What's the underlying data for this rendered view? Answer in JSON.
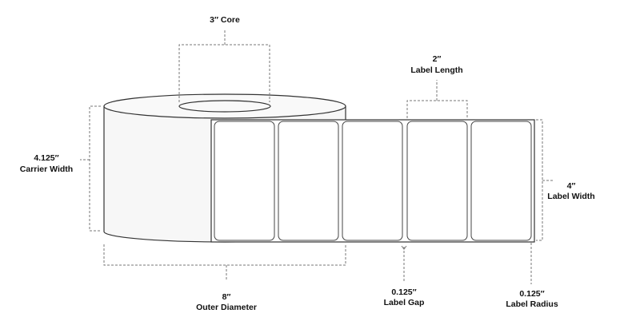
{
  "dimensions": {
    "core": {
      "value": "3″",
      "label": "Core"
    },
    "label_length": {
      "value": "2″",
      "label": "Label Length"
    },
    "carrier_width": {
      "value": "4.125″",
      "label": "Carrier Width"
    },
    "label_width": {
      "value": "4″",
      "label": "Label Width"
    },
    "outer_diameter": {
      "value": "8″",
      "label": "Outer Diameter"
    },
    "label_gap": {
      "value": "0.125″",
      "label": "Label Gap"
    },
    "label_radius": {
      "value": "0.125″",
      "label": "Label Radius"
    }
  },
  "labels_shown": 5,
  "colors": {
    "roll_fill": "#f7f7f7",
    "outline": "#333333",
    "dimension_line": "#777777"
  }
}
